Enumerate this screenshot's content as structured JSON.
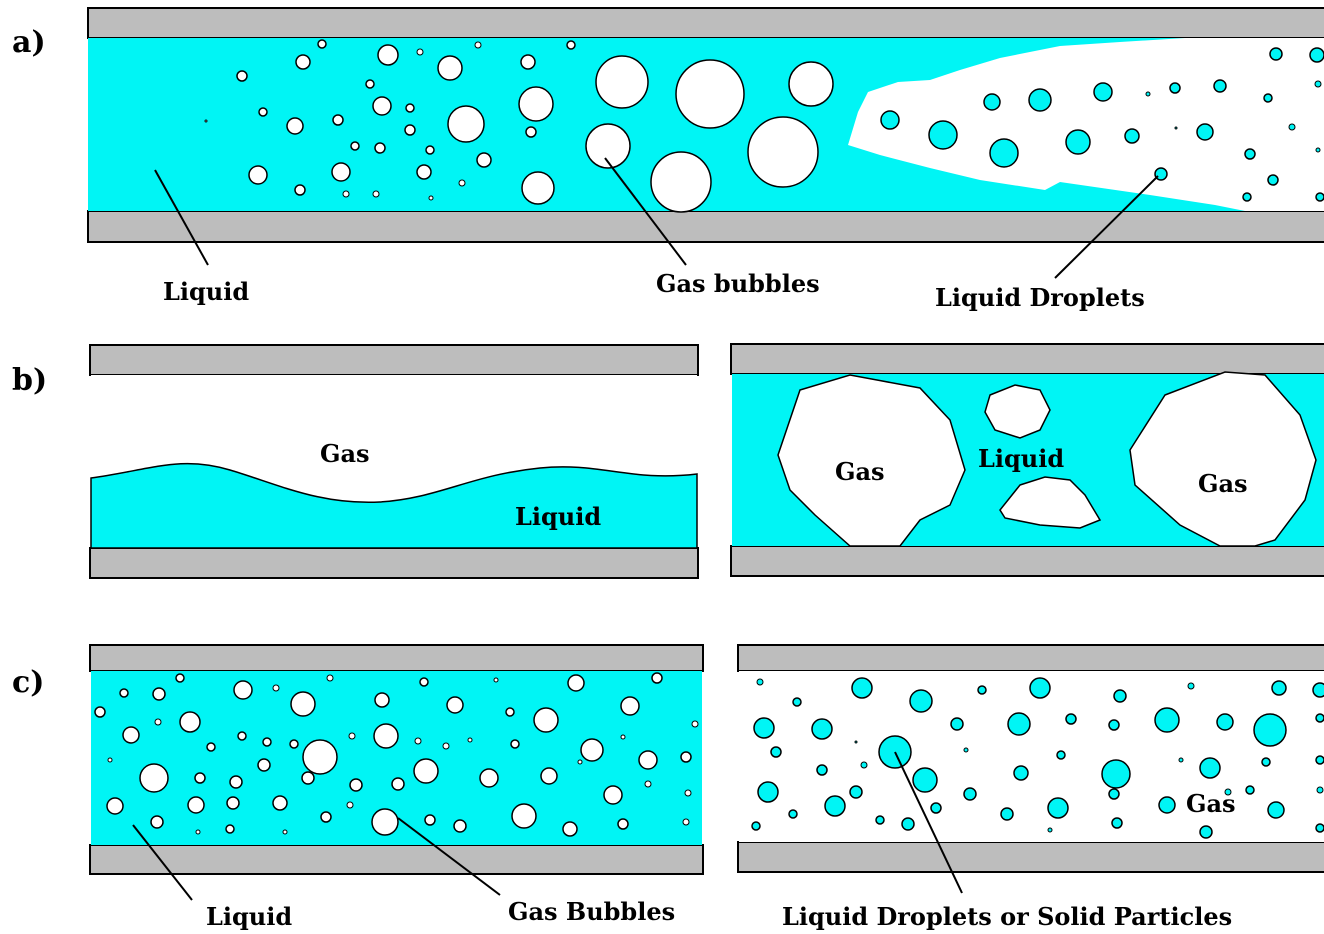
{
  "colors": {
    "liquid": "#00f5f5",
    "gas": "#ffffff",
    "wall": "#bdbdbd",
    "outline": "#000000"
  },
  "panels": {
    "a": {
      "tag": "a)",
      "labels": {
        "liquid": "Liquid",
        "gas_bubbles": "Gas bubbles",
        "liquid_droplets": "Liquid Droplets"
      }
    },
    "b": {
      "tag": "b)",
      "left": {
        "gas": "Gas",
        "liquid": "Liquid"
      },
      "right": {
        "gas_left": "Gas",
        "liquid": "Liquid",
        "gas_right": "Gas"
      }
    },
    "c": {
      "tag": "c)",
      "labels": {
        "liquid": "Liquid",
        "gas_bubbles": "Gas Bubbles",
        "gas": "Gas",
        "droplets_or_particles": "Liquid Droplets or Solid Particles"
      }
    }
  }
}
